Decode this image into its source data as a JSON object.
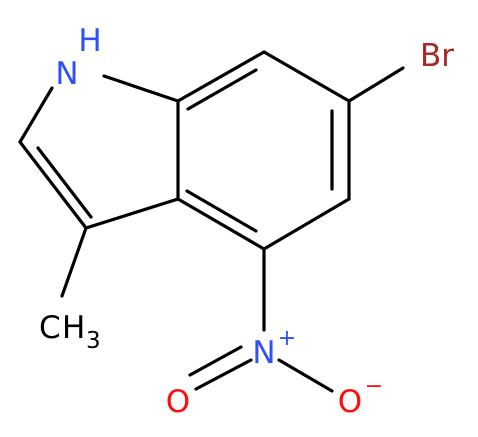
{
  "molecule": {
    "atoms": {
      "nh": "H",
      "nh_n": "N",
      "br": "Br",
      "ch3_c": "C",
      "ch3_h": "H",
      "ch3_sub": "3",
      "nitro_n": "N",
      "nitro_plus": "+",
      "o_left": "O",
      "o_right": "O",
      "o_minus": "−"
    },
    "colors": {
      "nitrogen": "#3050f8",
      "oxygen": "#ff0d0d",
      "bromine": "#a62929",
      "carbon": "#000000",
      "bond": "#000000"
    }
  }
}
